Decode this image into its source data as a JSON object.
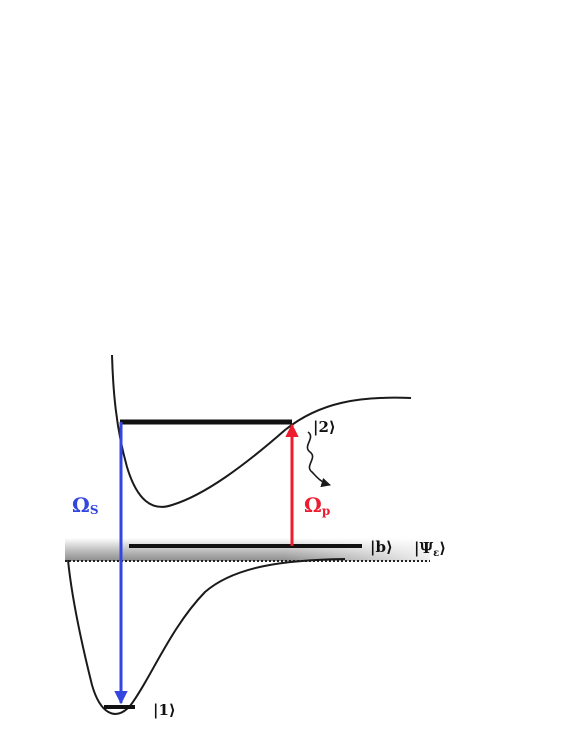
{
  "labels": {
    "level_2": "|2⟩",
    "level_b": "|b⟩",
    "level_1": "|1⟩",
    "continuum_symbol": "|Ψ",
    "continuum_subscript": "ε",
    "continuum_close": "⟩",
    "stokes_symbol": "Ω",
    "stokes_subscript": "S",
    "pump_symbol": "Ω",
    "pump_subscript": "p"
  },
  "colors": {
    "stokes": "#3346e0",
    "pump": "#ee1c2e",
    "curve": "#1a1a1a",
    "level": "#111111"
  }
}
